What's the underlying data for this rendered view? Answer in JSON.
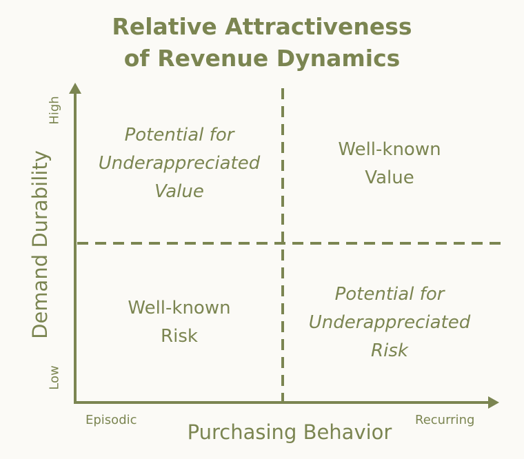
{
  "title": {
    "line1": "Relative Attractiveness",
    "line2": "of Revenue Dynamics"
  },
  "x_axis": {
    "label": "Purchasing Behavior",
    "low": "Episodic",
    "high": "Recurring"
  },
  "y_axis": {
    "label": "Demand Durability",
    "low": "Low",
    "high": "High"
  },
  "quadrants": {
    "top_left": [
      "Potential for",
      "Underappreciated",
      "Value"
    ],
    "top_right": [
      "Well-known",
      "Value"
    ],
    "bottom_left": [
      "Well-known",
      "Risk"
    ],
    "bottom_right": [
      "Potential for",
      "Underappreciated",
      "Risk"
    ]
  },
  "colors": {
    "accent": "#7b8551",
    "background": "#fbfaf6"
  }
}
